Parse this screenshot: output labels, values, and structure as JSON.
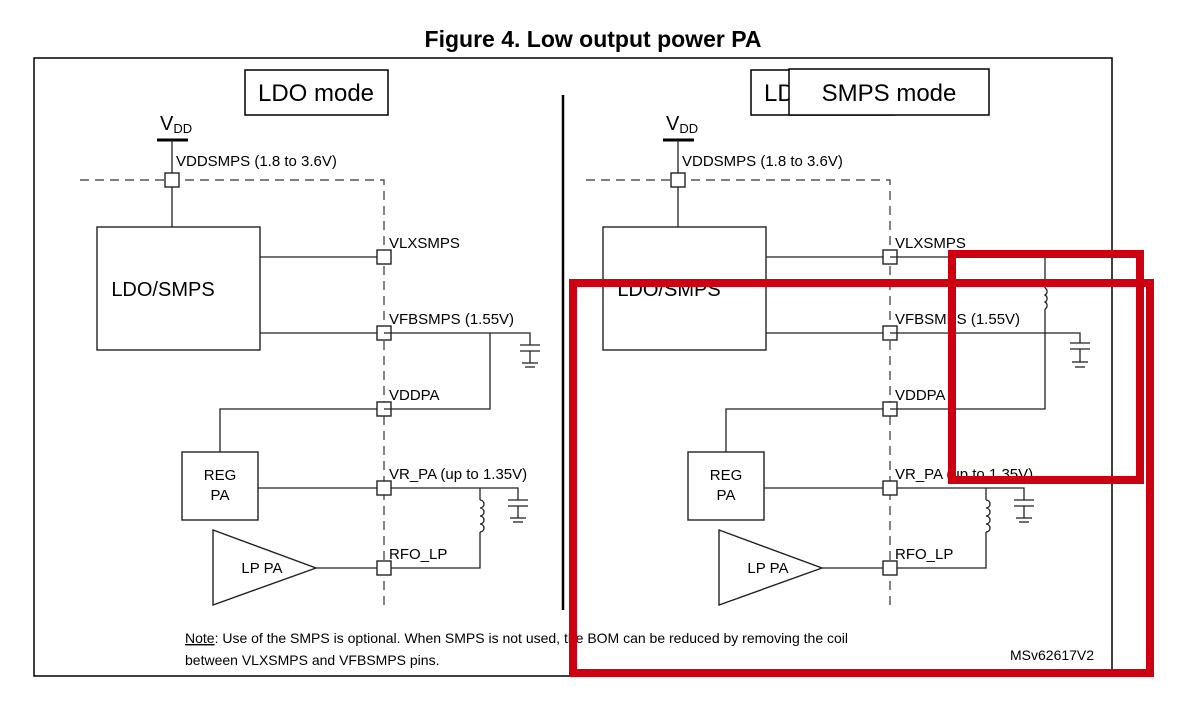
{
  "title": "Figure 4. Low output power PA",
  "modes": [
    {
      "label": "LDO mode"
    },
    {
      "label": "SMPS mode"
    }
  ],
  "vdd": {
    "main": "V",
    "sub": "DD"
  },
  "pins": {
    "vddsmps": "VDDSMPS (1.8 to 3.6V)",
    "vlxsmps": "VLXSMPS",
    "vfbsmps": "VFBSMPS (1.55V)",
    "vddpa": "VDDPA",
    "vr_pa": "VR_PA (up to 1.35V)",
    "rfo_lp": "RFO_LP"
  },
  "blocks": {
    "ldo_smps": "LDO/SMPS",
    "reg_pa_1": "REG",
    "reg_pa_2": "PA",
    "lp_pa": "LP PA"
  },
  "note": {
    "prefix": "Note",
    "line1": ": Use of the SMPS is optional. When SMPS is not used, the BOM can be reduced by removing the coil",
    "line2": "between VLXSMPS and VFBSMPS pins."
  },
  "reference": "MSv62617V2",
  "annotation_color": "#cc0010"
}
